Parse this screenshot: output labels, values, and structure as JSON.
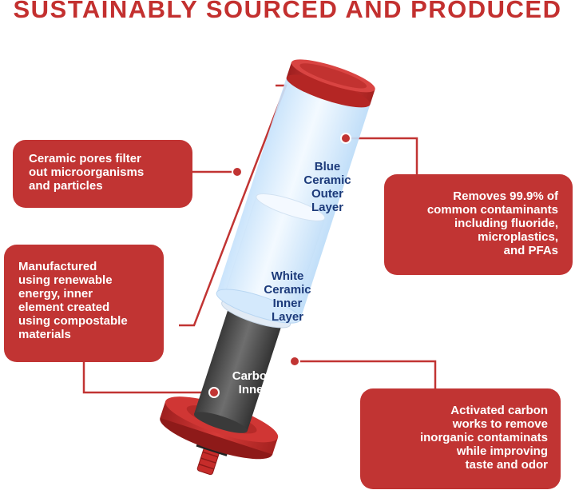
{
  "title": "SUSTAINABLY SOURCED AND PRODUCED",
  "layers": {
    "blue": [
      "Blue",
      "Ceramic",
      "Outer",
      "Layer"
    ],
    "white": [
      "White",
      "Ceramic",
      "Inner",
      "Layer"
    ],
    "carbon": [
      "Carbon",
      "Inner"
    ]
  },
  "callouts": {
    "pores": [
      "Ceramic pores filter",
      "out microorganisms",
      "and particles"
    ],
    "manufactured": [
      "Manufactured",
      "using renewable",
      "energy, inner",
      "element created",
      "using compostable",
      "materials"
    ],
    "removes": [
      "Removes 99.9% of",
      "common contaminants",
      "including fluoride,",
      "microplastics,",
      "and PFAs"
    ],
    "carbon": [
      "Activated carbon",
      "works to remove",
      "inorganic contaminats",
      "while improving",
      "taste and odor"
    ]
  },
  "colors": {
    "accent_red": "#c13433",
    "label_blue": "#1c3a7a",
    "carbon_gray": "#555555",
    "ceramic_blue": "#dbeeff"
  }
}
